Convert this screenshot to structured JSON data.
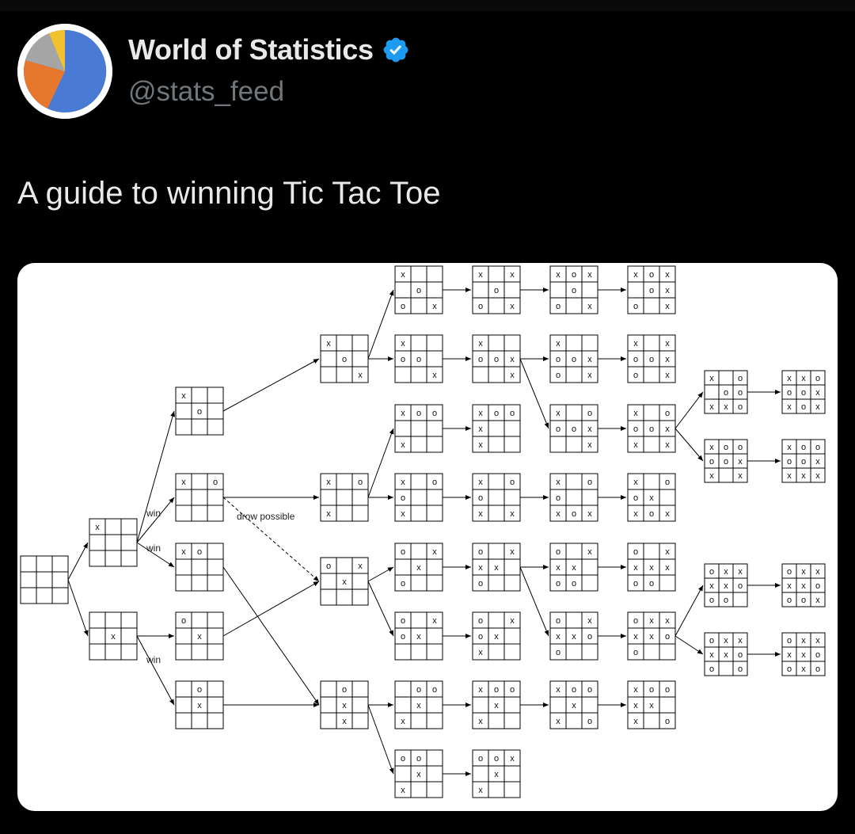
{
  "author": {
    "display_name": "World of Statistics",
    "handle": "@stats_feed",
    "avatar_icon": "pie-chart-avatar",
    "verified_badge": "verified-badge-icon",
    "colors": {
      "blue": "#4a7bd4",
      "orange": "#e8772e",
      "gray": "#a5a5a5",
      "yellow": "#f2c12e",
      "badge": "#1d9bf0"
    }
  },
  "tweet": {
    "text": "A guide to winning Tic Tac Toe"
  },
  "diagram": {
    "labels": {
      "win": "win",
      "draw_possible": "drow possible"
    },
    "boards": [
      {
        "id": "b0",
        "cells": "         "
      },
      {
        "id": "b1",
        "cells": "X        "
      },
      {
        "id": "b2",
        "cells": "    X    "
      },
      {
        "id": "b3",
        "cells": "X   O    "
      },
      {
        "id": "b4",
        "cells": "X O      "
      },
      {
        "id": "b5",
        "cells": "XO       "
      },
      {
        "id": "b6",
        "cells": "O   X    "
      },
      {
        "id": "b7",
        "cells": " O  X    "
      },
      {
        "id": "b8",
        "cells": "X   O   X"
      },
      {
        "id": "b9",
        "cells": "X O   X  "
      },
      {
        "id": "b10",
        "cells": "O X X    "
      },
      {
        "id": "b11",
        "cells": " O  X  X "
      },
      {
        "id": "r0c0",
        "cells": "X   O O X"
      },
      {
        "id": "r0c1",
        "cells": "X X O O X"
      },
      {
        "id": "r0c2",
        "cells": "XOX O O X"
      },
      {
        "id": "r0c3",
        "cells": "XOX OXO X"
      },
      {
        "id": "r1c0",
        "cells": "X  OO   X"
      },
      {
        "id": "r1c1",
        "cells": "X  OOX  X"
      },
      {
        "id": "r1c2",
        "cells": "X  OOXO X"
      },
      {
        "id": "r1c3",
        "cells": "X XOOXO X"
      },
      {
        "id": "r2c0",
        "cells": "XOO   X  "
      },
      {
        "id": "r2c1",
        "cells": "XOOX  X  "
      },
      {
        "id": "r2c2",
        "cells": "X OOOX  X"
      },
      {
        "id": "r2c3",
        "cells": "X OOOXX X"
      },
      {
        "id": "r3c0",
        "cells": "X OO  X  "
      },
      {
        "id": "r3c1",
        "cells": "X OO  X X"
      },
      {
        "id": "r3c2",
        "cells": "X OO  XOX"
      },
      {
        "id": "r3c3",
        "cells": "X OOX XOX"
      },
      {
        "id": "r4c0",
        "cells": "O X X O  "
      },
      {
        "id": "r4c1",
        "cells": "O XXX O  "
      },
      {
        "id": "r4c2",
        "cells": "O XXX OO "
      },
      {
        "id": "r4c3",
        "cells": "O XXXXOO "
      },
      {
        "id": "r5c0",
        "cells": "O XOX    "
      },
      {
        "id": "r5c1",
        "cells": "O XOX X  "
      },
      {
        "id": "r5c2",
        "cells": "O XXXOO  "
      },
      {
        "id": "r5c3",
        "cells": "OXXXXOO  "
      },
      {
        "id": "r6c0",
        "cells": " OO X X  "
      },
      {
        "id": "r6c1",
        "cells": "XOO X X  "
      },
      {
        "id": "r6c2",
        "cells": "XOO X X O"
      },
      {
        "id": "r6c3",
        "cells": "XOOXX X O"
      },
      {
        "id": "r7c0",
        "cells": "OO  X X  "
      },
      {
        "id": "r7c1",
        "cells": "OOX X X  "
      },
      {
        "id": "e0a",
        "cells": "X O OOXXOX"
      },
      {
        "id": "e0b",
        "cells": "XXOOOXXOX"
      },
      {
        "id": "e1a",
        "cells": "XOOOOXX X"
      },
      {
        "id": "e1b",
        "cells": "XOOOOXXXX"
      },
      {
        "id": "e2a",
        "cells": "OXXXXOOO "
      },
      {
        "id": "e2b",
        "cells": "OXXXXOOOX"
      },
      {
        "id": "e3a",
        "cells": "OXXXXOO O"
      },
      {
        "id": "e3b",
        "cells": "OXXXXOOXO"
      }
    ]
  }
}
